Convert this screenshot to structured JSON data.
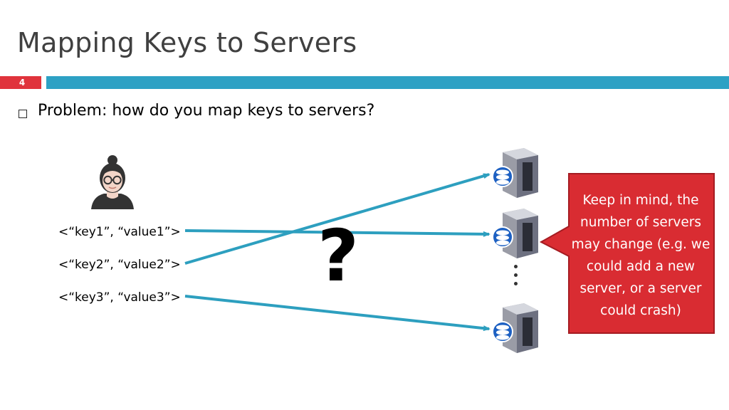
{
  "slide": {
    "title": "Mapping Keys to Servers",
    "number": "4"
  },
  "bullet": {
    "text": "Problem: how do you map keys to servers?"
  },
  "pairs": [
    "<“key1”, “value1”>",
    "<“key2”, “value2”>",
    "<“key3”, “value3”>"
  ],
  "question_mark": "?",
  "callout": {
    "text": "Keep in mind, the number of servers may change (e.g. we could add a new server, or a server could crash)"
  },
  "colors": {
    "accent_bar": "#2da1c4",
    "slide_number_bg": "#e0333c",
    "callout_bg": "#d92c32",
    "arrow": "#2d9fbf"
  },
  "icons": {
    "user": "person-with-glasses-icon",
    "server": "database-server-icon",
    "continuation": "vertical-ellipsis-icon"
  }
}
